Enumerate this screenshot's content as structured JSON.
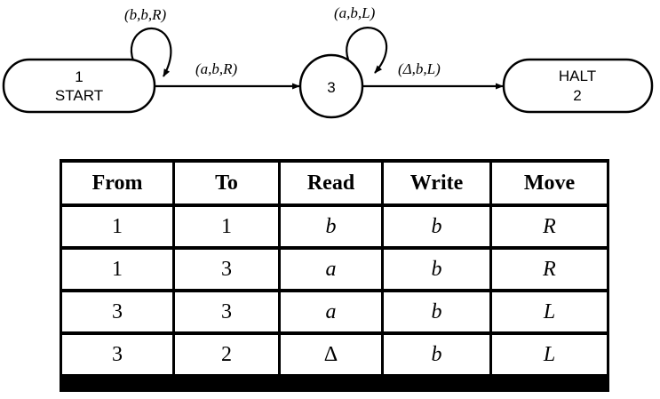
{
  "diagram": {
    "states": [
      {
        "id": "s1",
        "line1": "1",
        "line2": "START"
      },
      {
        "id": "s3",
        "line1": "3"
      },
      {
        "id": "s2",
        "line1": "HALT",
        "line2": "2"
      }
    ],
    "edges": [
      {
        "from": "1",
        "to": "1",
        "label": "(b,b,R)"
      },
      {
        "from": "3",
        "to": "3",
        "label": "(a,b,L)"
      },
      {
        "from": "1",
        "to": "3",
        "label": "(a,b,R)"
      },
      {
        "from": "3",
        "to": "2",
        "label": "(Δ,b,L)"
      }
    ]
  },
  "table": {
    "headers": [
      "From",
      "To",
      "Read",
      "Write",
      "Move"
    ],
    "rows": [
      [
        "1",
        "1",
        "b",
        "b",
        "R"
      ],
      [
        "1",
        "3",
        "a",
        "b",
        "R"
      ],
      [
        "3",
        "3",
        "a",
        "b",
        "L"
      ],
      [
        "3",
        "2",
        "Δ",
        "b",
        "L"
      ]
    ]
  }
}
